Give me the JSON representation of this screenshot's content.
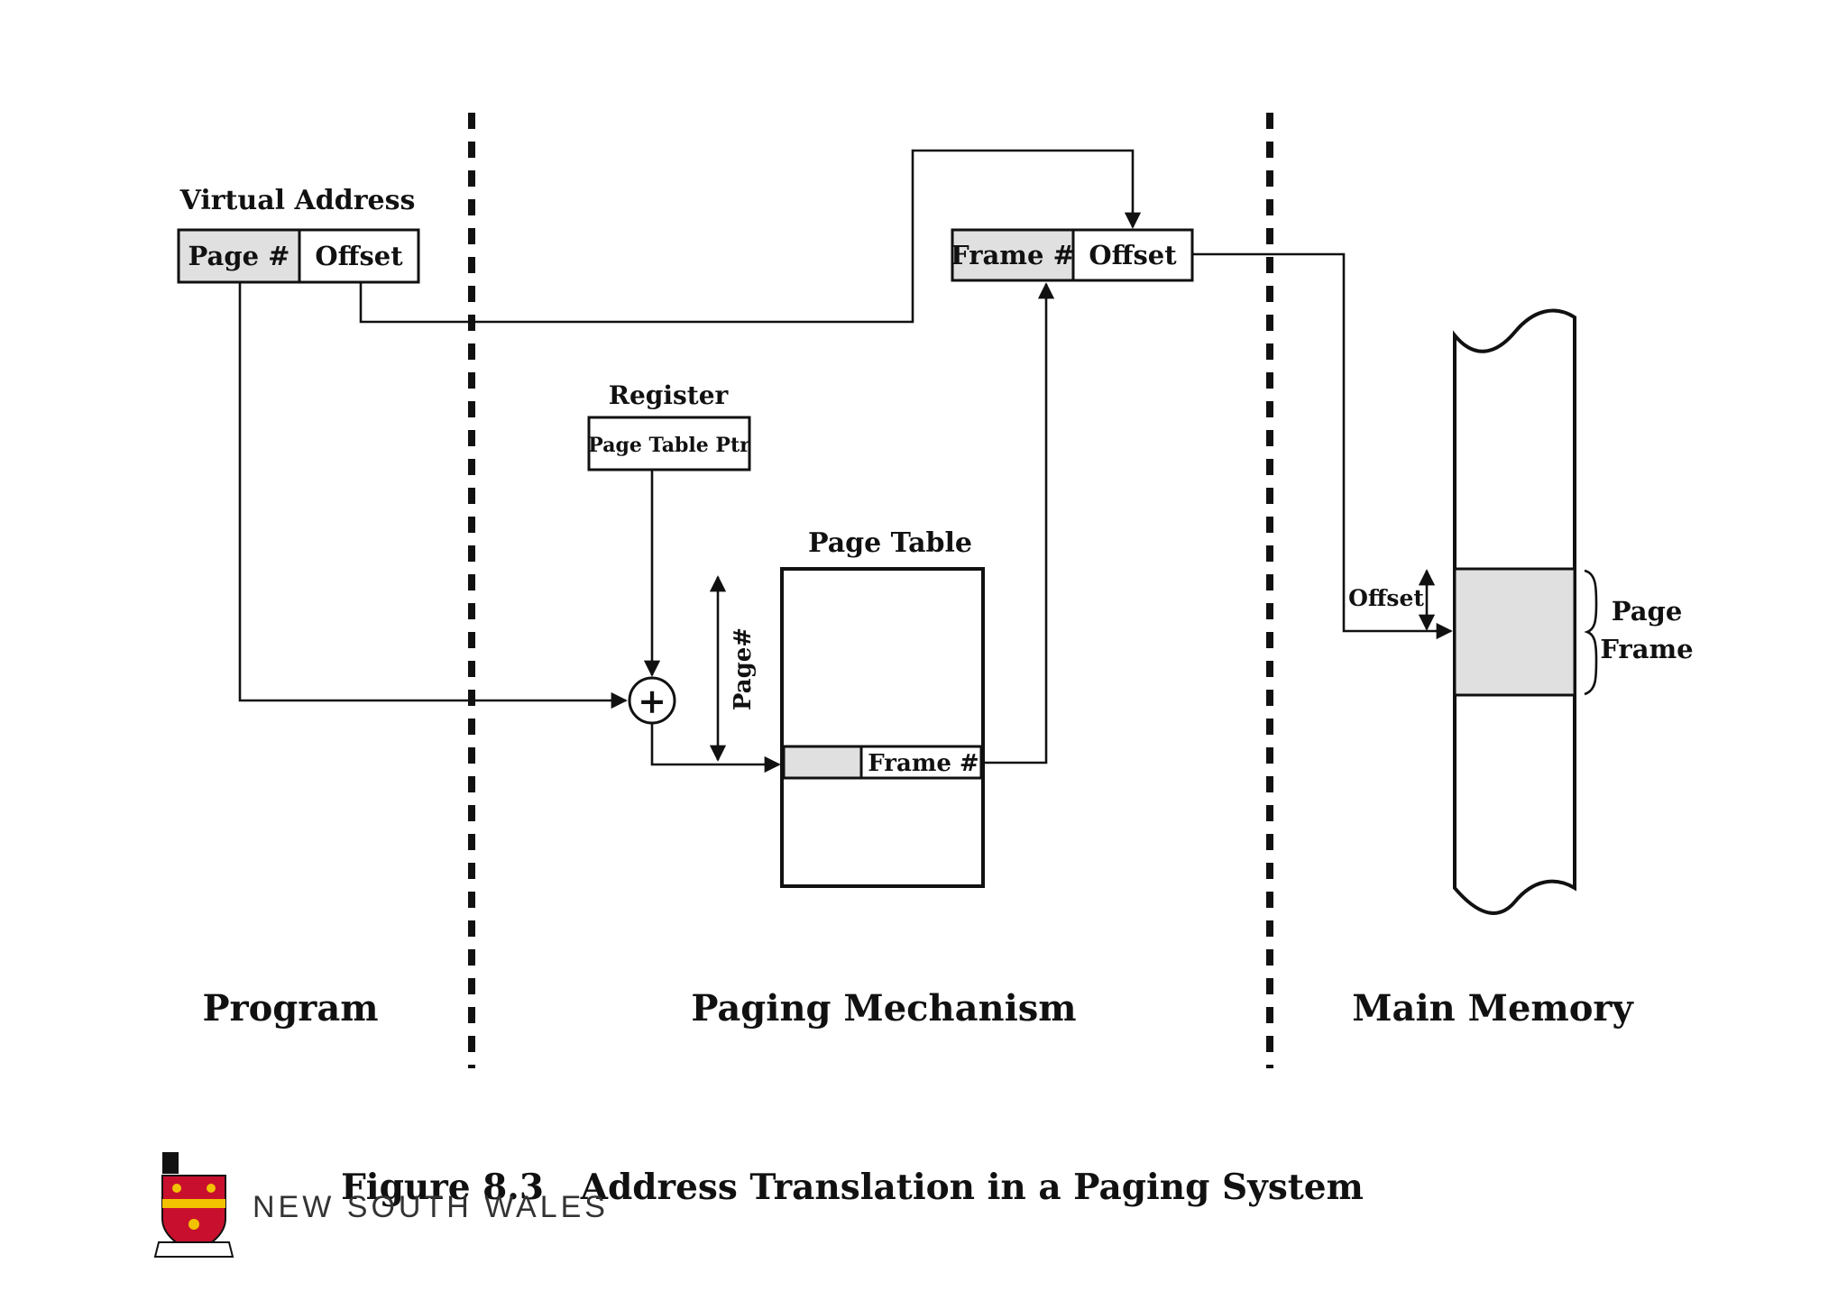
{
  "diagram": {
    "virtual_address": {
      "title": "Virtual Address",
      "page_label": "Page #",
      "offset_label": "Offset"
    },
    "physical_address": {
      "frame_label": "Frame #",
      "offset_label": "Offset"
    },
    "register": {
      "title": "Register",
      "label": "Page Table Ptr"
    },
    "adder_symbol": "+",
    "page_table": {
      "title": "Page Table",
      "entry_label": "Frame #",
      "index_label": "Page#"
    },
    "main_memory": {
      "offset_label": "Offset",
      "page_frame_label_1": "Page",
      "page_frame_label_2": "Frame"
    },
    "sections": {
      "program": "Program",
      "paging_mechanism": "Paging Mechanism",
      "main_memory": "Main Memory"
    },
    "figure_caption": "Figure 8.3   Address Translation in a Paging System"
  },
  "footer": {
    "logo_text": "NEW SOUTH WALES"
  },
  "colors": {
    "shade": "#e0e0e0",
    "ink": "#111111",
    "logo_red": "#c8102e",
    "logo_gold": "#f2c200"
  }
}
